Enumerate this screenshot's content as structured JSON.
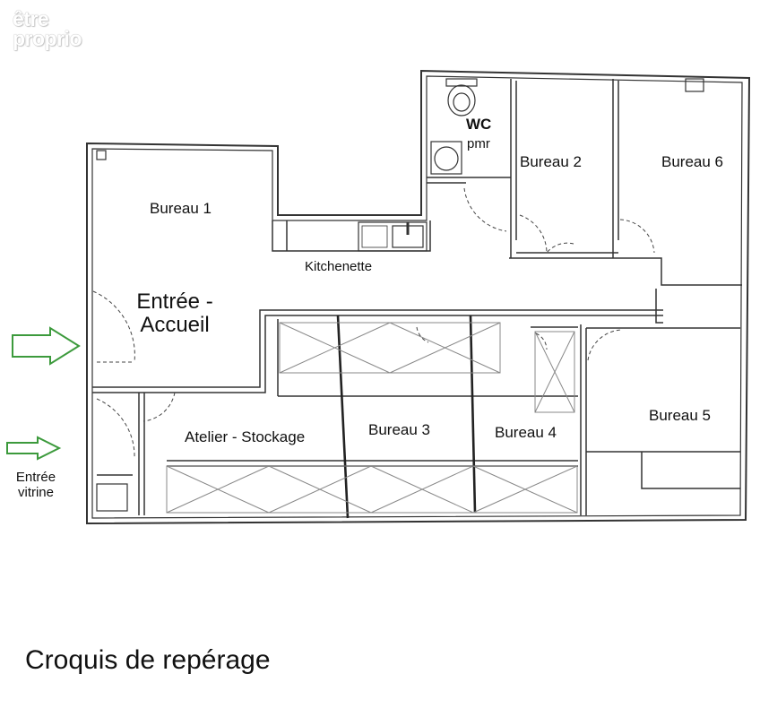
{
  "watermark": {
    "line1": "être",
    "line2": "proprio"
  },
  "rooms": {
    "wc": "WC",
    "wc_sub": "pmr",
    "bureau2": "Bureau 2",
    "bureau6": "Bureau 6",
    "bureau1": "Bureau 1",
    "kitchenette": "Kitchenette",
    "entree_accueil_1": "Entrée -",
    "entree_accueil_2": "Accueil",
    "atelier": "Atelier - Stockage",
    "bureau3": "Bureau 3",
    "bureau4": "Bureau 4",
    "bureau5": "Bureau 5"
  },
  "entrances": {
    "vitrine_1": "Entrée",
    "vitrine_2": "vitrine"
  },
  "caption": "Croquis de repérage",
  "colors": {
    "wall": "#333333",
    "arrow": "#3c9a3c",
    "text": "#111111"
  }
}
